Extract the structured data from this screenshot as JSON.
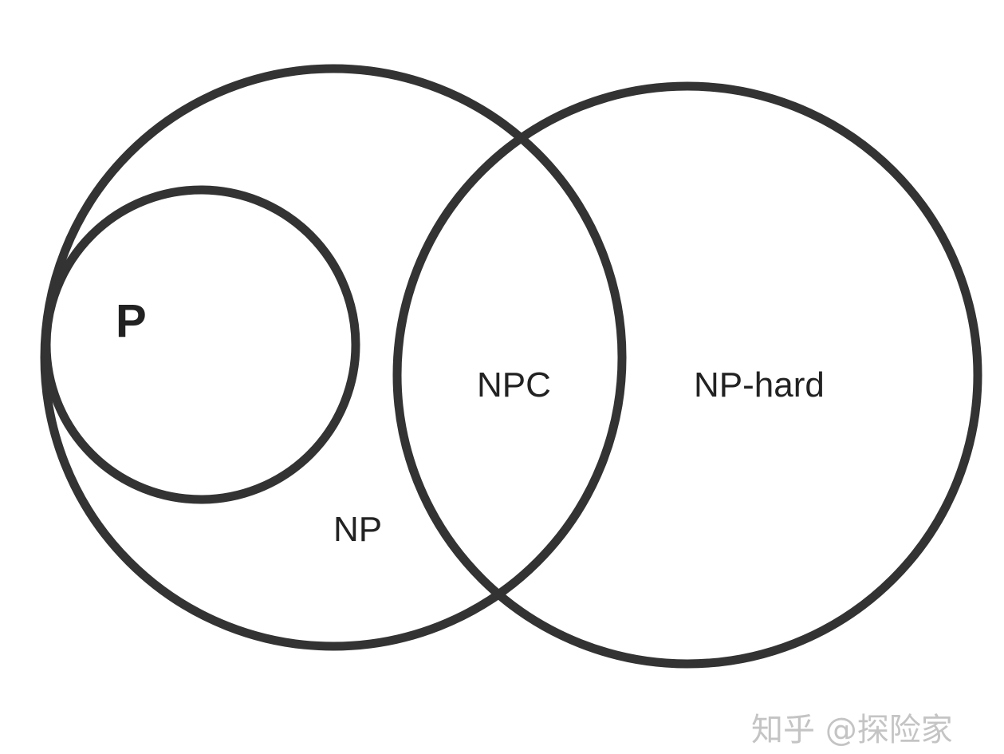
{
  "diagram": {
    "sets": [
      {
        "id": "np",
        "label": "NP"
      },
      {
        "id": "p",
        "label": "P"
      },
      {
        "id": "np-hard",
        "label": "NP-hard"
      }
    ],
    "intersection_label": "NPC",
    "watermark": "知乎 @探险家",
    "colors": {
      "stroke": "#333333",
      "text": "#222222",
      "watermark": "#c4c4c4",
      "background": "#ffffff"
    }
  }
}
